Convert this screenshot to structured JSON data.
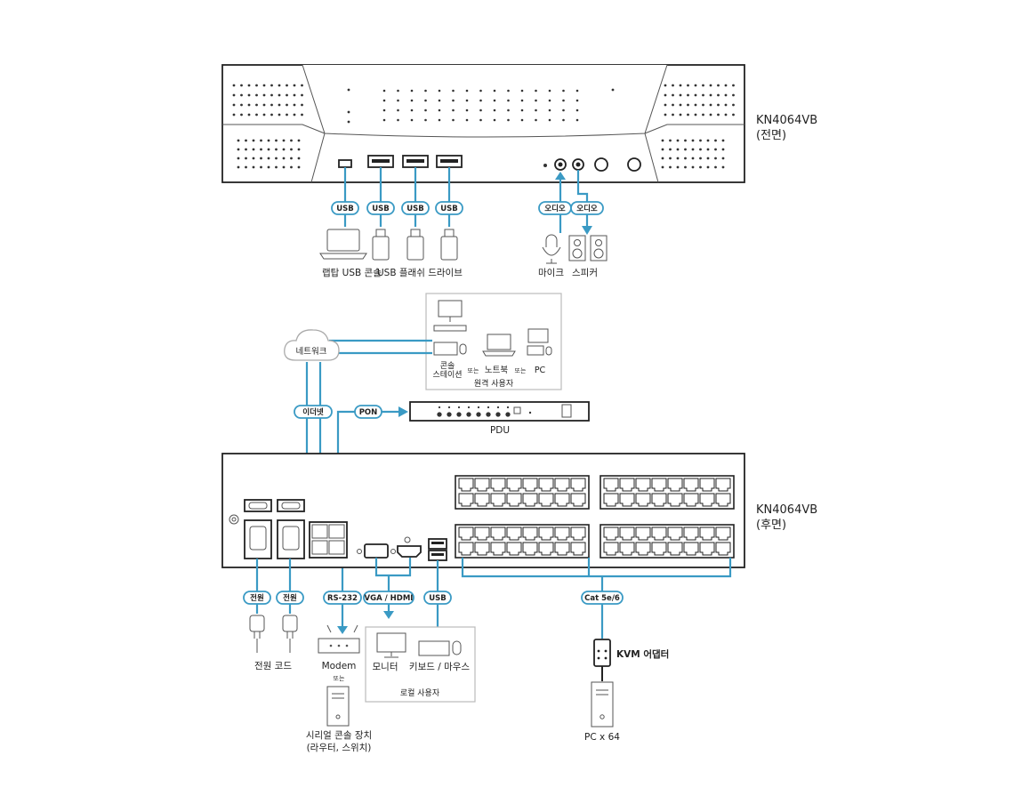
{
  "front": {
    "model": "KN4064VB",
    "side": "(전면)",
    "usb_label": "USB",
    "audio_label": "오디오",
    "laptop_label": "랩탑 USB 콘솔",
    "flash_label": "USB 플래쉬 드라이브",
    "mic_label": "마이크",
    "speaker_label": "스피커"
  },
  "network": {
    "cloud_label": "네트워크",
    "ethernet_label": "이더넷",
    "pon_label": "PON",
    "pdu_label": "PDU",
    "remote_console_label_1": "콘솔",
    "remote_console_label_2": "스테이션",
    "remote_or_1": "또는",
    "remote_laptop_label": "노트북",
    "remote_or_2": "또는",
    "remote_pc_label": "PC",
    "remote_group_label": "원격 사용자"
  },
  "rear": {
    "model": "KN4064VB",
    "side": "(후면)",
    "power_pill_1": "전원",
    "power_pill_2": "전원",
    "power_cord_label": "전원 코드",
    "rs232_label": "RS-232",
    "modem_label": "Modem",
    "modem_or": "또는",
    "serial_label_1": "시리얼 콘솔 장치",
    "serial_label_2": "(라우터, 스위치)",
    "vga_label": "VGA / HDMI",
    "usb_label": "USB",
    "monitor_label": "모니터",
    "kbm_label": "키보드 / 마우스",
    "local_group_label": "로컬 사용자",
    "cat_label": "Cat 5e/6",
    "kvm_adapter_label": "KVM 어댑터",
    "pc_label": "PC x 64"
  },
  "colors": {
    "cable": "#3a9ac4",
    "outline": "#222222"
  }
}
